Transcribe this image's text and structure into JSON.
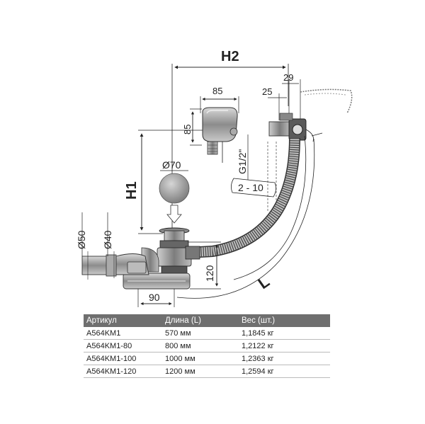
{
  "dimensions": {
    "h2": "H2",
    "h1": "H1",
    "d29": "29",
    "d25": "25",
    "d85_w": "85",
    "d85_h": "85",
    "thread": "G1/2\"",
    "d70": "Ø70",
    "range": "2 - 10",
    "d50": "Ø50",
    "d40": "Ø40",
    "d120": "120",
    "d90": "90",
    "length": "L"
  },
  "table": {
    "headers": [
      "Артикул",
      "Длина (L)",
      "Вес (шт.)"
    ],
    "rows": [
      [
        "A564KM1",
        "570 мм",
        "1,1845 кг"
      ],
      [
        "A564KM1-80",
        "800 мм",
        "1,2122 кг"
      ],
      [
        "A564KM1-100",
        "1000 мм",
        "1,2363 кг"
      ],
      [
        "A564KM1-120",
        "1200 мм",
        "1,2594 кг"
      ]
    ]
  },
  "colors": {
    "line": "#222222",
    "metal": "#9a9a9a",
    "table_header": "#6f6f6f"
  }
}
